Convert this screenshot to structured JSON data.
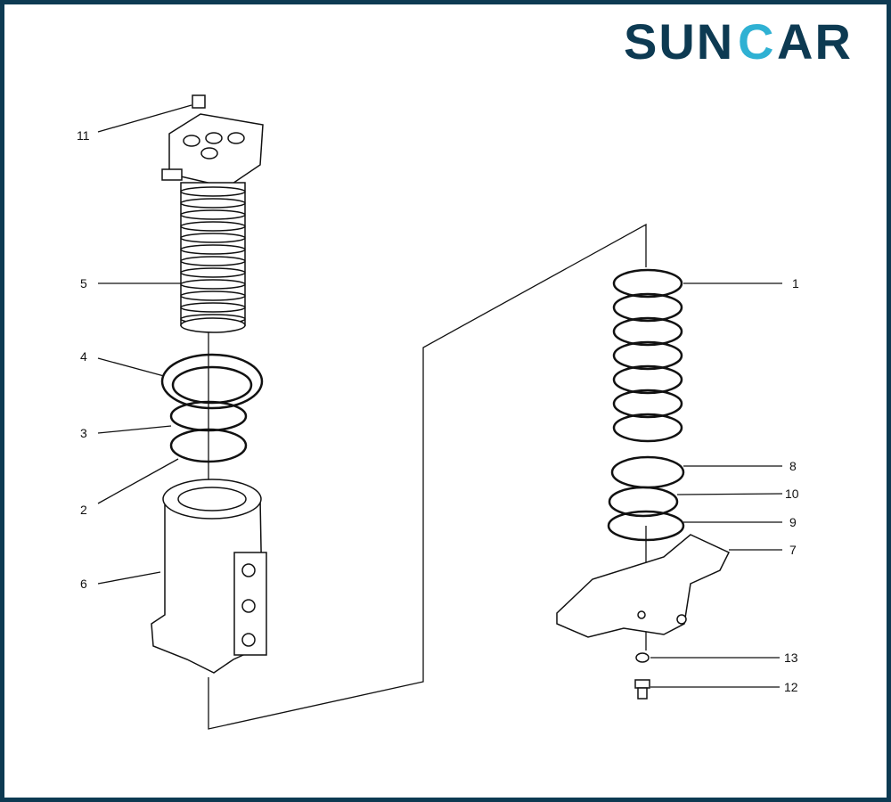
{
  "logo": {
    "text_left": "SUN",
    "text_c": "C",
    "text_right": "AR",
    "color_dark": "#0d3a52",
    "color_accent": "#2fb1d3"
  },
  "labels": {
    "p1": "1",
    "p2": "2",
    "p3": "3",
    "p4": "4",
    "p5": "5",
    "p6": "6",
    "p7": "7",
    "p8": "8",
    "p9": "9",
    "p10": "10",
    "p11": "11",
    "p12": "12",
    "p13": "13"
  }
}
